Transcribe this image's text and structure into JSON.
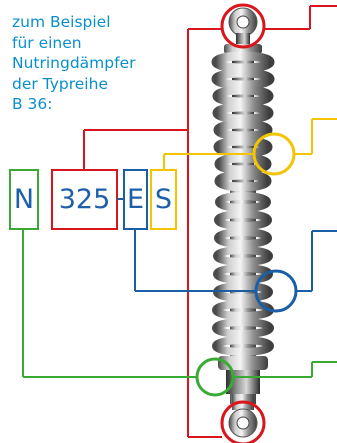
{
  "caption": {
    "line1": "zum Beispiel",
    "line2": "für einen",
    "line3": "Nutringdämpfer",
    "line4": "der Typreihe",
    "line5": "B 36:"
  },
  "code": {
    "part_n": "N",
    "part_325": "325",
    "separator": "-",
    "part_e": "E",
    "part_s": "S"
  },
  "colors": {
    "caption_text": "#0b8fcc",
    "code_text": "#1f5fa8",
    "red": "#d9161d",
    "yellow": "#f3c400",
    "blue": "#1a5ea6",
    "green": "#3aaa35"
  }
}
